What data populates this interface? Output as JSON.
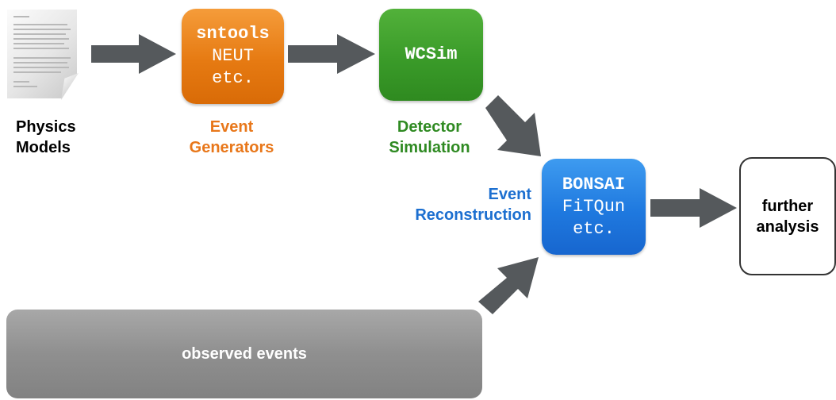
{
  "physics": {
    "label_line1": "Physics",
    "label_line2": "Models"
  },
  "generators": {
    "box_line1": "sntools",
    "box_line2": "NEUT",
    "box_line3": "etc.",
    "label_line1": "Event",
    "label_line2": "Generators",
    "color": "#e8771a"
  },
  "simulation": {
    "box_line1": "WCSim",
    "label_line1": "Detector",
    "label_line2": "Simulation",
    "color": "#2f8a22"
  },
  "reconstruction": {
    "box_line1": "BONSAI",
    "box_line2": "FiTQun",
    "box_line3": "etc.",
    "label_line1": "Event",
    "label_line2": "Reconstruction",
    "color": "#1c6fd0"
  },
  "further": {
    "line1": "further",
    "line2": "analysis"
  },
  "observed": {
    "label": "observed events"
  },
  "arrow_color": "#55595c"
}
